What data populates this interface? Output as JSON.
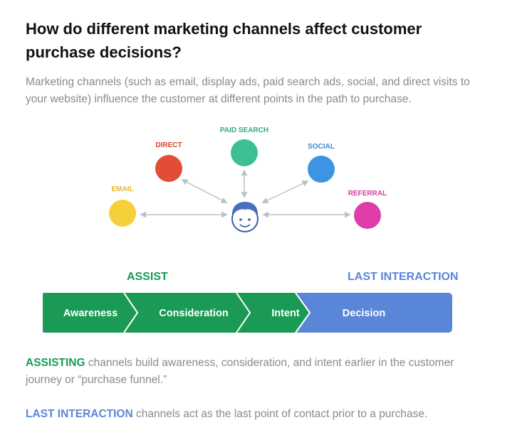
{
  "heading": "How do different marketing channels affect customer purchase decisions?",
  "intro": "Marketing channels (such as email, display ads, paid search ads, social, and direct visits to your website) influence the customer at different points in the path to purchase.",
  "channels": {
    "email": {
      "label": "EMAIL",
      "color": "#f5d03a",
      "label_color": "#e0b52a"
    },
    "direct": {
      "label": "DIRECT",
      "color": "#e24d35",
      "label_color": "#d8442e"
    },
    "paid": {
      "label": "PAID SEARCH",
      "color": "#3cbf95",
      "label_color": "#2eab80"
    },
    "social": {
      "label": "SOCIAL",
      "color": "#3d94e3",
      "label_color": "#3d86d6"
    },
    "referral": {
      "label": "REFERRAL",
      "color": "#e03da8",
      "label_color": "#d63a9f"
    }
  },
  "stages": {
    "assist_label": "ASSIST",
    "last_label": "LAST INTERACTION",
    "assist_color": "#1a9a55",
    "last_color": "#5a86d8",
    "steps": [
      "Awareness",
      "Consideration",
      "Intent",
      "Decision"
    ]
  },
  "para1": {
    "keyword": "ASSISTING",
    "text": " channels build awareness, consideration, and intent earlier in the customer journey or “purchase funnel.”"
  },
  "para2": {
    "keyword": "LAST INTERACTION",
    "text": " channels act as the last point of contact prior to a purchase."
  }
}
